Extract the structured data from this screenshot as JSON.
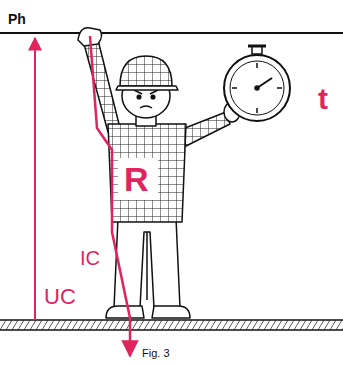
{
  "diagram": {
    "labels": [
      "Ph",
      "UC",
      "IC",
      "R",
      "t",
      "Fig. 3"
    ]
  }
}
